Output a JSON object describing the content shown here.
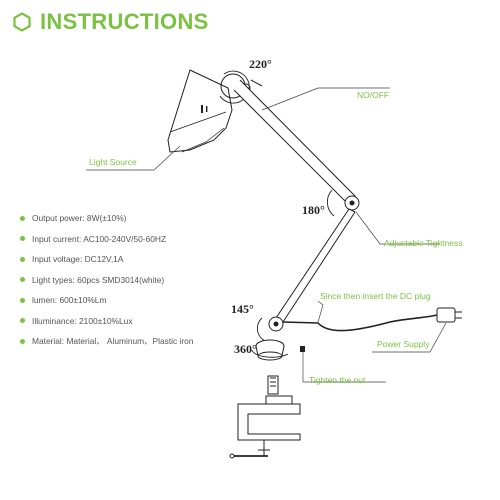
{
  "header": {
    "title": "INSTRUCTIONS",
    "icon": "hexagon-icon",
    "accent": "#7cc242"
  },
  "specs": [
    "Output power: 8W(±10%)",
    "Input current: AC100-240V/50-60HZ",
    "Input voltage: DC12V,1A",
    "Light types: 60pcs SMD3014(white)",
    "lumen: 600±10%Lm",
    "Illuminance: 2100±10%Lux",
    "Material: Material、 Aluminum、Plastic iron"
  ],
  "callouts": {
    "light_source": "Light Source",
    "no_off": "NO/OFF",
    "adjustable": "Adjustable Tightness",
    "insert_plug": "Since then insert the DC plug",
    "power_supply": "Power Supply",
    "tighten_nut": "Tighten the nut"
  },
  "angles": {
    "top": "220°",
    "middle": "180°",
    "lower": "145°",
    "base": "360°"
  }
}
